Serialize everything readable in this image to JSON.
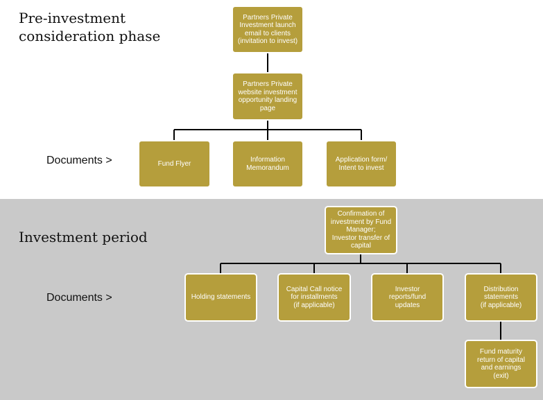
{
  "phases": {
    "pre_investment": {
      "title": "Pre-investment\nconsideration phase",
      "documents_label": "Documents >",
      "steps": {
        "launch_email": "Partners Private\nInvestment launch\nemail to clients\n(invitation to invest)",
        "landing_page": "Partners Private\nwebsite investment\nopportunity landing\npage"
      },
      "documents": {
        "fund_flyer": "Fund Flyer",
        "information_memorandum": "Information\nMemorandum",
        "application_form": "Application form/\nIntent to invest"
      }
    },
    "investment_period": {
      "title": "Investment period",
      "documents_label": "Documents >",
      "steps": {
        "confirmation": "Confirmation of\ninvestment by Fund\nManager;\nInvestor transfer of\ncapital"
      },
      "documents": {
        "holding_statements": "Holding statements",
        "capital_call": "Capital Call notice\nfor installments\n(if applicable)",
        "investor_reports": "Investor\nreports/fund\nupdates",
        "distribution_statements": "Distribution\nstatements\n(if applicable)",
        "fund_maturity": "Fund maturity\nreturn of capital\nand earnings\n(exit)"
      }
    }
  },
  "colors": {
    "box_fill": "#b59e3c",
    "box_border": "#ffffff",
    "box_text": "#ffffff",
    "top_band": "#ffffff",
    "bottom_band": "#c9c9c9",
    "connector": "#000000"
  }
}
